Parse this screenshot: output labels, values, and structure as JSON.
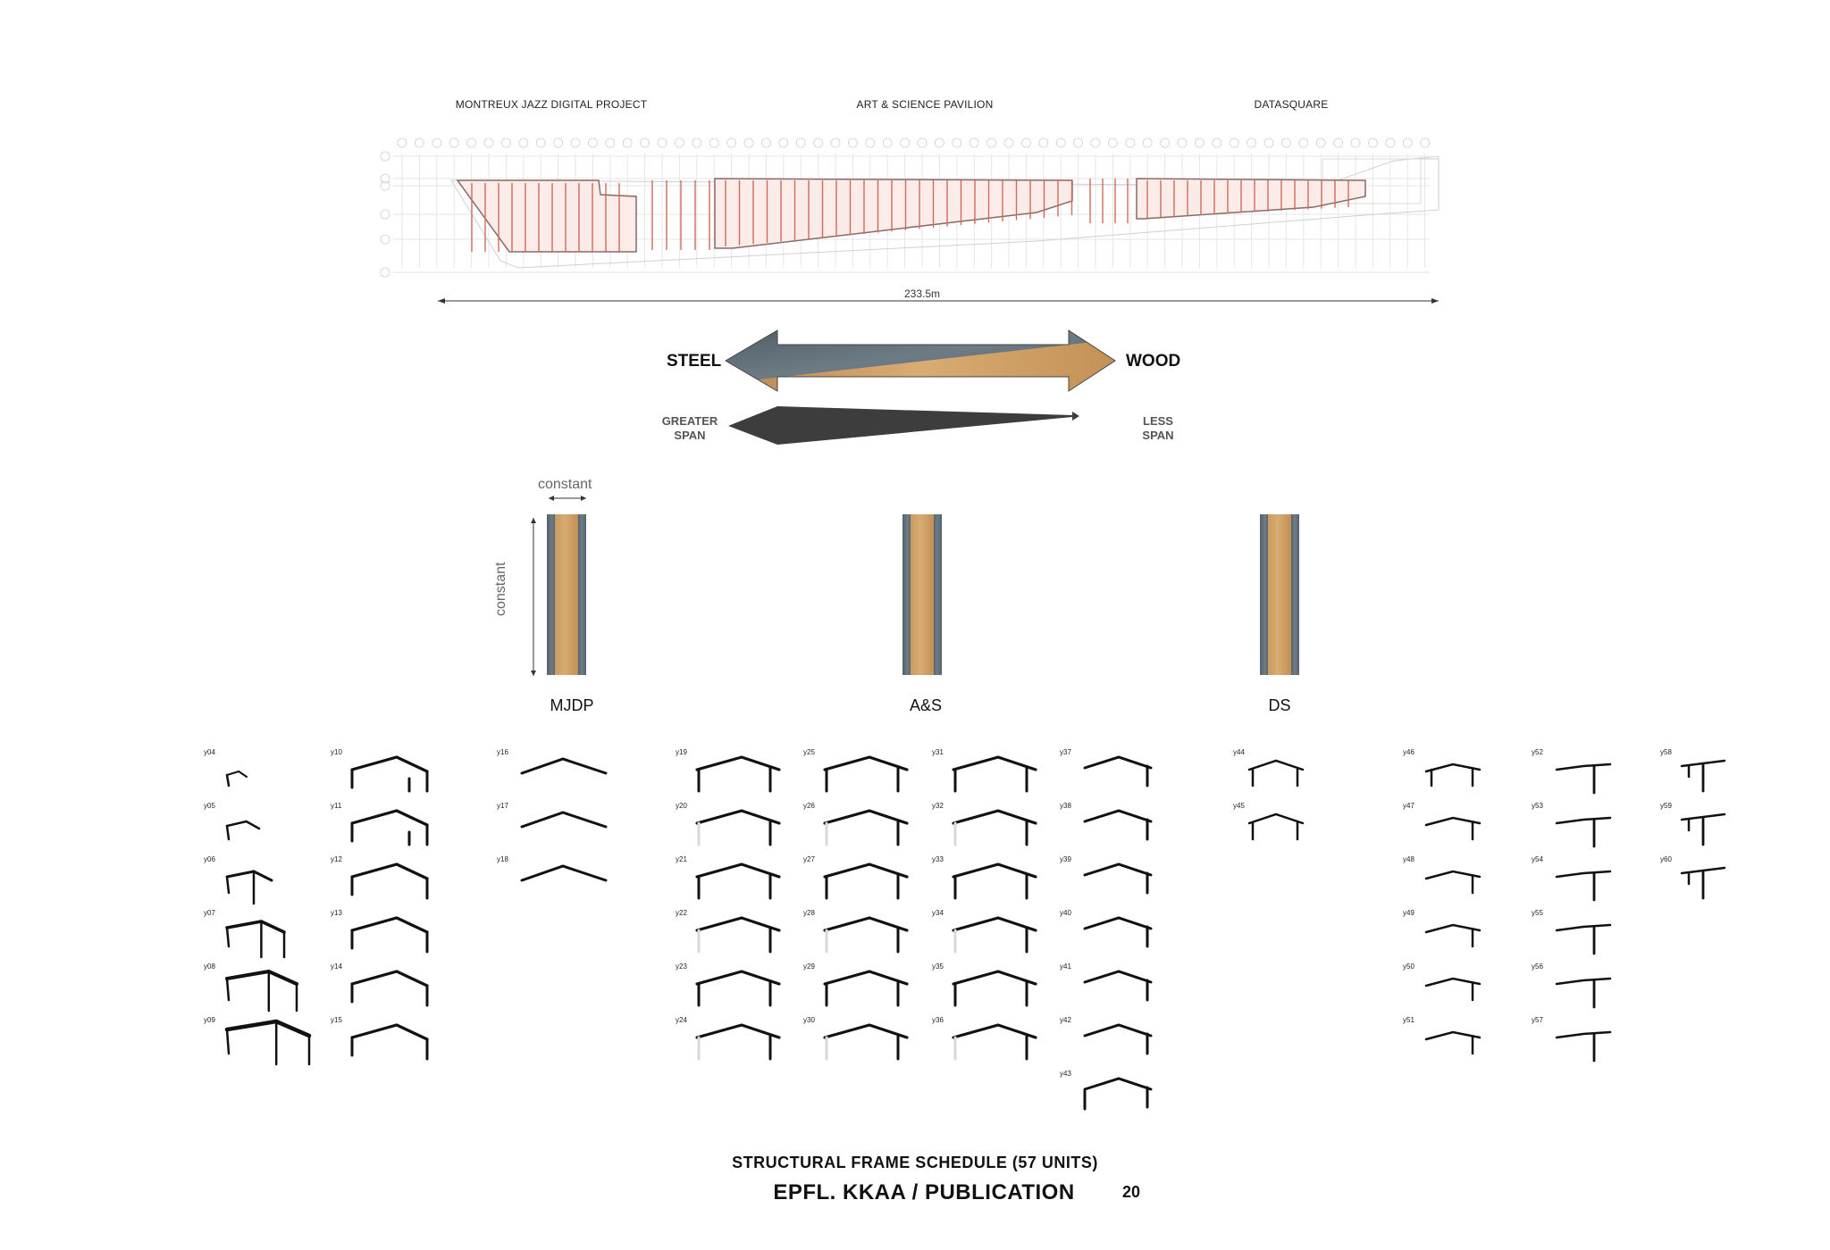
{
  "projects": {
    "left": "MONTREUX JAZZ DIGITAL PROJECT",
    "center": "ART & SCIENCE PAVILION",
    "right": "DATASQUARE"
  },
  "plan": {
    "total_length": "233.5m"
  },
  "materials": {
    "left": "STEEL",
    "right": "WOOD",
    "span_left": "GREATER\nSPAN",
    "span_right": "LESS\nSPAN",
    "steel_color": "#5d6b74",
    "wood_color": "#c9975c"
  },
  "column_section": {
    "width_label": "constant",
    "height_label": "constant",
    "columns": [
      {
        "label": "MJDP"
      },
      {
        "label": "A&S"
      },
      {
        "label": "DS"
      }
    ]
  },
  "frames": [
    [
      "y04",
      "y05",
      "y06",
      "y07",
      "y08",
      "y09"
    ],
    [
      "y10",
      "y11",
      "y12",
      "y13",
      "y14",
      "y15"
    ],
    [
      "y16",
      "y17",
      "y18"
    ],
    [
      "y19",
      "y20",
      "y21",
      "y22",
      "y23",
      "y24"
    ],
    [
      "y25",
      "y26",
      "y27",
      "y28",
      "y29",
      "y30"
    ],
    [
      "y31",
      "y32",
      "y33",
      "y34",
      "y35",
      "y36"
    ],
    [
      "y37",
      "y38",
      "y39",
      "y40",
      "y41",
      "y42",
      "y43"
    ],
    [
      "y44",
      "y45"
    ],
    [
      "y46",
      "y47",
      "y48",
      "y49",
      "y50",
      "y51"
    ],
    [
      "y52",
      "y53",
      "y54",
      "y55",
      "y56",
      "y57"
    ],
    [
      "y58",
      "y59",
      "y60"
    ]
  ],
  "footer": {
    "title": "STRUCTURAL FRAME SCHEDULE (57 UNITS)",
    "publication": "EPFL. KKAA / PUBLICATION",
    "page": "20"
  }
}
